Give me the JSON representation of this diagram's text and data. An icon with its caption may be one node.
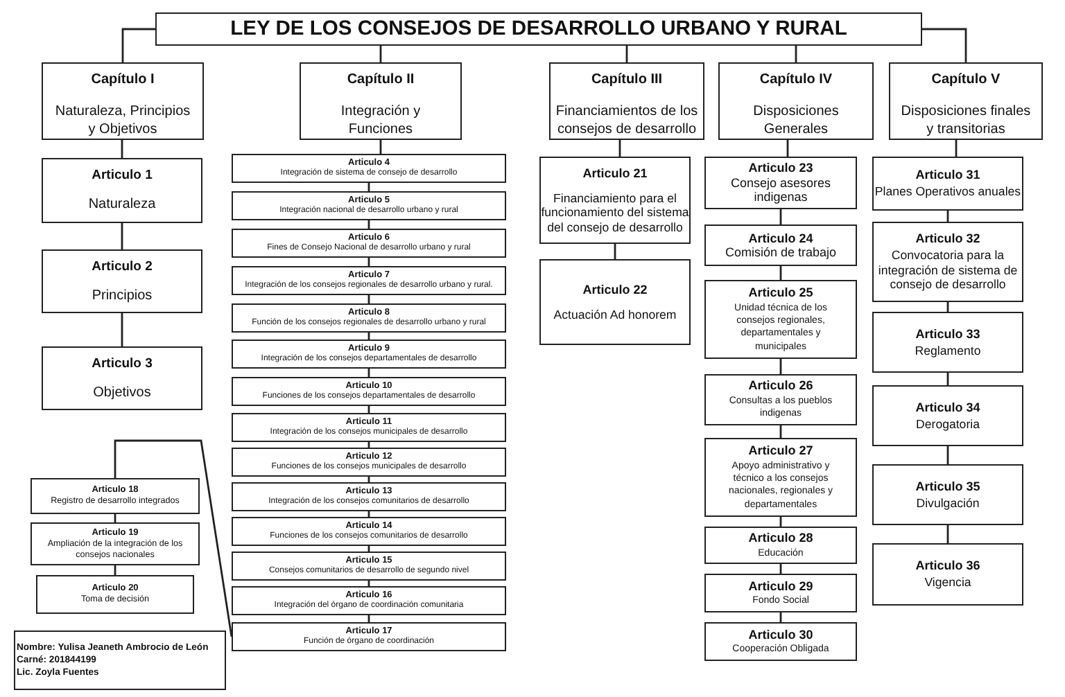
{
  "diagram": {
    "nodes": [
      {
        "text": [
          "LEY DE LOS CONSEJOS DE DESARROLLO URBANO Y RURAL"
        ]
      },
      {
        "text": [
          "Capítulo I",
          "Naturaleza, Principios y Objetivos"
        ]
      },
      {
        "text": [
          "Capítulo II",
          "Integración y Funciones"
        ]
      },
      {
        "text": [
          "Capítulo III",
          "Financiamientos de los consejos de desarrollo"
        ]
      },
      {
        "text": [
          "Capítulo IV",
          "Disposiciones Generales"
        ]
      },
      {
        "text": [
          "Capítulo V",
          "Disposiciones finales y transitorias"
        ]
      },
      {
        "text": [
          "Articulo 1",
          "Naturaleza"
        ]
      },
      {
        "text": [
          "Articulo 2",
          "Principios"
        ]
      },
      {
        "text": [
          "Articulo 3",
          "Objetivos"
        ]
      },
      {
        "text": [
          "Articulo 4",
          "Integración de sistema de consejo de desarrollo"
        ]
      },
      {
        "text": [
          "Articulo 5",
          "Integración nacional de desarrollo urbano y rural"
        ]
      },
      {
        "text": [
          "Articulo 6",
          "Fines de Consejo Nacional de desarrollo urbano y rural"
        ]
      },
      {
        "text": [
          "Articulo 7",
          "Integración de los consejos regionales de desarrollo urbano y rural."
        ]
      },
      {
        "text": [
          "Articulo 8",
          "Función de los consejos regionales de desarrollo urbano y rural"
        ]
      },
      {
        "text": [
          "Articulo 9",
          "Integración de los consejos departamentales de desarrollo"
        ]
      },
      {
        "text": [
          "Articulo 10",
          "Funciones de los consejos departamentales de desarrollo"
        ]
      },
      {
        "text": [
          "Articulo 11",
          "Integración de los consejos municipales de desarrollo"
        ]
      },
      {
        "text": [
          "Articulo 12",
          "Funciones de los consejos municipales de desarrollo"
        ]
      },
      {
        "text": [
          "Articulo 13",
          "Integración de los consejos comunitarios de desarrollo"
        ]
      },
      {
        "text": [
          "Articulo 14",
          "Funciones de los consejos comunitarios de desarrollo"
        ]
      },
      {
        "text": [
          "Articulo 15",
          "Consejos comunitarios de desarrollo de segundo nivel"
        ]
      },
      {
        "text": [
          "Articulo 16",
          "Integración del órgano de coordinación comunitaria"
        ]
      },
      {
        "text": [
          "Articulo 17",
          "Función de órgano de coordinación"
        ]
      },
      {
        "text": [
          "Articulo 21",
          "Financiamiento para el funcionamiento del sistema del consejo de desarrollo"
        ]
      },
      {
        "text": [
          "Articulo 22",
          "Actuación Ad honorem"
        ]
      },
      {
        "text": [
          "Articulo 23",
          "Consejo asesores indigenas"
        ]
      },
      {
        "text": [
          "Articulo 24",
          "Comisión de trabajo"
        ]
      },
      {
        "text": [
          "Articulo 25",
          "Unidad técnica de los consejos regionales, departamentales y municipales"
        ]
      },
      {
        "text": [
          "Articulo 26",
          "Consultas a los pueblos indigenas"
        ]
      },
      {
        "text": [
          "Articulo 27",
          "Apoyo administrativo y técnico a los consejos nacionales, regionales y departamentales"
        ]
      },
      {
        "text": [
          "Articulo 28",
          "Educación"
        ]
      },
      {
        "text": [
          "Articulo 29",
          "Fondo Social"
        ]
      },
      {
        "text": [
          "Articulo 30",
          "Cooperación Obligada"
        ]
      },
      {
        "text": [
          "Articulo 31",
          "Planes Operativos anuales"
        ]
      },
      {
        "text": [
          "Articulo 32",
          "Convocatoria para la integración de sistema de consejo de desarrollo"
        ]
      },
      {
        "text": [
          "Articulo 33",
          "Reglamento"
        ]
      },
      {
        "text": [
          "Articulo 34",
          "Derogatoria"
        ]
      },
      {
        "text": [
          "Articulo 35",
          "Divulgación"
        ]
      },
      {
        "text": [
          "Articulo 36",
          "Vigencia"
        ]
      },
      {
        "text": [
          "Articulo 18",
          "Registro de desarrollo integrados"
        ]
      },
      {
        "text": [
          "Articulo 19",
          "Ampliación de la integración de los consejos nacionales"
        ]
      },
      {
        "text": [
          "Articulo 20",
          "Toma de decisión"
        ]
      },
      {
        "text": [
          "Nombre: Yulisa Jeaneth Ambrocio de León",
          "Carné: 201844199",
          "Lic. Zoyla Fuentes"
        ]
      }
    ],
    "edges": [
      {
        "from": 0,
        "to": 1,
        "arrow": "none"
      },
      {
        "from": 0,
        "to": 2,
        "arrow": "none"
      },
      {
        "from": 0,
        "to": 3,
        "arrow": "none"
      },
      {
        "from": 0,
        "to": 4,
        "arrow": "none"
      },
      {
        "from": 0,
        "to": 5,
        "arrow": "none"
      },
      {
        "from": 1,
        "to": 6,
        "arrow": "none"
      },
      {
        "from": 6,
        "to": 7,
        "arrow": "none"
      },
      {
        "from": 7,
        "to": 8,
        "arrow": "none"
      },
      {
        "from": 2,
        "to": 9,
        "arrow": "none"
      },
      {
        "from": 9,
        "to": 10,
        "arrow": "none"
      },
      {
        "from": 10,
        "to": 11,
        "arrow": "none"
      },
      {
        "from": 11,
        "to": 12,
        "arrow": "none"
      },
      {
        "from": 12,
        "to": 13,
        "arrow": "none"
      },
      {
        "from": 13,
        "to": 14,
        "arrow": "none"
      },
      {
        "from": 14,
        "to": 15,
        "arrow": "none"
      },
      {
        "from": 15,
        "to": 16,
        "arrow": "none"
      },
      {
        "from": 16,
        "to": 17,
        "arrow": "none"
      },
      {
        "from": 17,
        "to": 18,
        "arrow": "none"
      },
      {
        "from": 18,
        "to": 19,
        "arrow": "none"
      },
      {
        "from": 19,
        "to": 20,
        "arrow": "none"
      },
      {
        "from": 20,
        "to": 21,
        "arrow": "none"
      },
      {
        "from": 21,
        "to": 22,
        "arrow": "none"
      },
      {
        "from": 22,
        "to": 39,
        "arrow": "none"
      },
      {
        "from": 39,
        "to": 40,
        "arrow": "none"
      },
      {
        "from": 40,
        "to": 41,
        "arrow": "none"
      },
      {
        "from": 3,
        "to": 23,
        "arrow": "none"
      },
      {
        "from": 23,
        "to": 24,
        "arrow": "none"
      },
      {
        "from": 4,
        "to": 25,
        "arrow": "none"
      },
      {
        "from": 25,
        "to": 26,
        "arrow": "none"
      },
      {
        "from": 26,
        "to": 27,
        "arrow": "none"
      },
      {
        "from": 27,
        "to": 28,
        "arrow": "none"
      },
      {
        "from": 28,
        "to": 29,
        "arrow": "none"
      },
      {
        "from": 29,
        "to": 30,
        "arrow": "none"
      },
      {
        "from": 30,
        "to": 31,
        "arrow": "none"
      },
      {
        "from": 31,
        "to": 32,
        "arrow": "none"
      },
      {
        "from": 5,
        "to": 33,
        "arrow": "none"
      },
      {
        "from": 33,
        "to": 34,
        "arrow": "none"
      },
      {
        "from": 34,
        "to": 35,
        "arrow": "none"
      },
      {
        "from": 35,
        "to": 36,
        "arrow": "none"
      },
      {
        "from": 36,
        "to": 37,
        "arrow": "none"
      },
      {
        "from": 37,
        "to": 38,
        "arrow": "none"
      }
    ]
  }
}
